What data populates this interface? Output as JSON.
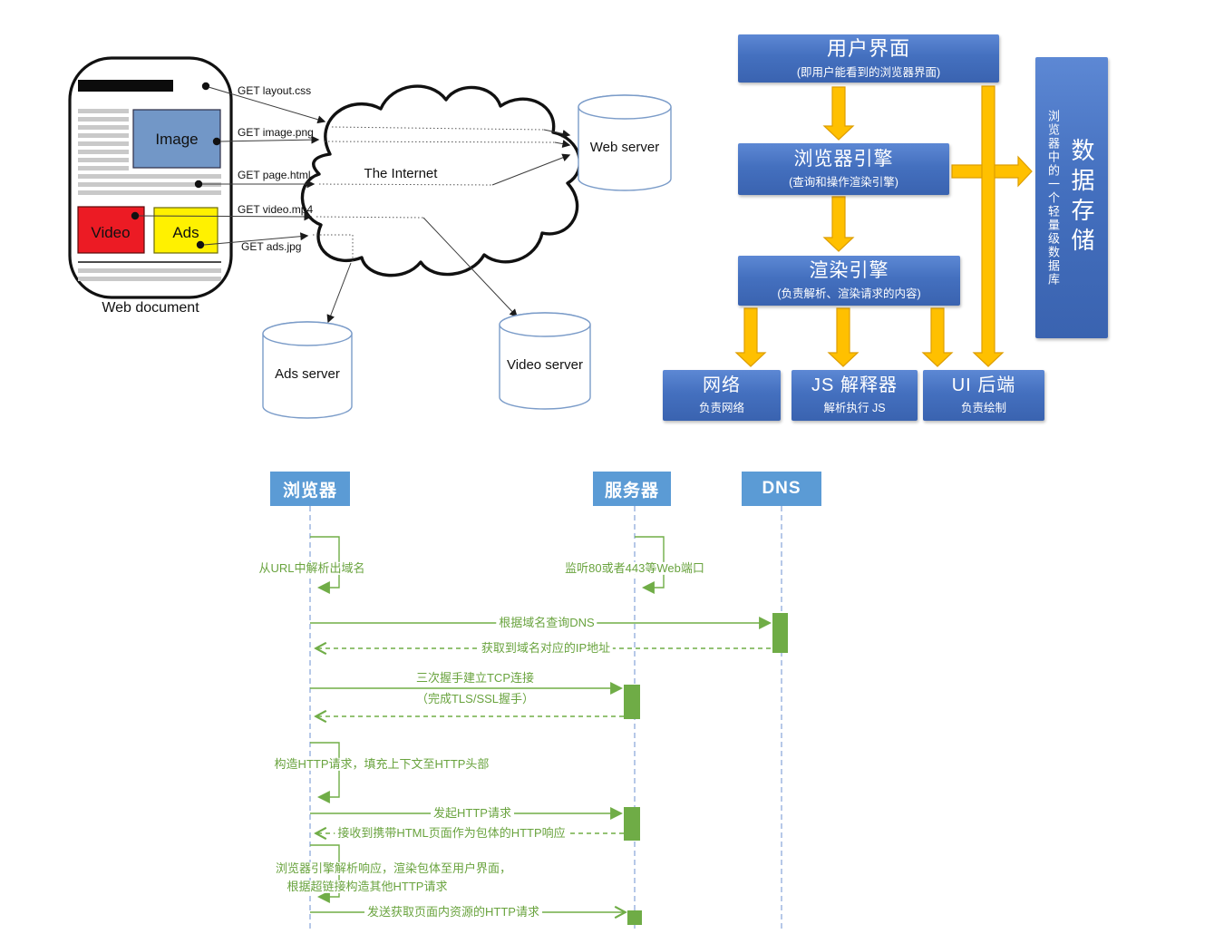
{
  "left_diagram": {
    "document": {
      "caption": "Web document",
      "image_label": "Image",
      "video_label": "Video",
      "ads_label": "Ads"
    },
    "requests": [
      "GET layout.css",
      "GET image.png",
      "GET page.html",
      "GET video.mp4",
      "GET ads.jpg"
    ],
    "internet_label": "The Internet",
    "servers": {
      "web": "Web server",
      "ads": "Ads server",
      "video": "Video server"
    }
  },
  "architecture": {
    "user_interface": {
      "title": "用户界面",
      "subtitle": "(即用户能看到的浏览器界面)"
    },
    "browser_engine": {
      "title": "浏览器引擎",
      "subtitle": "(查询和操作渲染引擎)"
    },
    "rendering_engine": {
      "title": "渲染引擎",
      "subtitle": "(负责解析、渲染请求的内容)"
    },
    "network": {
      "title": "网络",
      "subtitle": "负责网络"
    },
    "js_interpreter": {
      "title": "JS 解释器",
      "subtitle": "解析执行 JS"
    },
    "ui_backend": {
      "title": "UI 后端",
      "subtitle": "负责绘制"
    },
    "data_storage": {
      "title": "数据存储",
      "subtitle": "浏览器中的一个轻量级数据库"
    }
  },
  "sequence": {
    "actors": {
      "browser": "浏览器",
      "server": "服务器",
      "dns": "DNS"
    },
    "messages": {
      "parse_domain": "从URL中解析出域名",
      "listen_ports": "监听80或者443等Web端口",
      "query_dns": "根据域名查询DNS",
      "get_ip": "获取到域名对应的IP地址",
      "tcp_handshake": "三次握手建立TCP连接",
      "tls_handshake": "（完成TLS/SSL握手）",
      "build_request": "构造HTTP请求，填充上下文至HTTP头部",
      "send_request": "发起HTTP请求",
      "receive_response": "接收到携带HTML页面作为包体的HTTP响应",
      "parse_render_1": "浏览器引擎解析响应，渲染包体至用户界面，",
      "parse_render_2": "根据超链接构造其他HTTP请求",
      "fetch_resources": "发送获取页面内资源的HTTP请求"
    }
  },
  "colors": {
    "box_blue": "#4472C4",
    "actor_blue": "#5B9BD5",
    "message_green": "#70AD47",
    "arrow_orange": "#FFC000"
  }
}
